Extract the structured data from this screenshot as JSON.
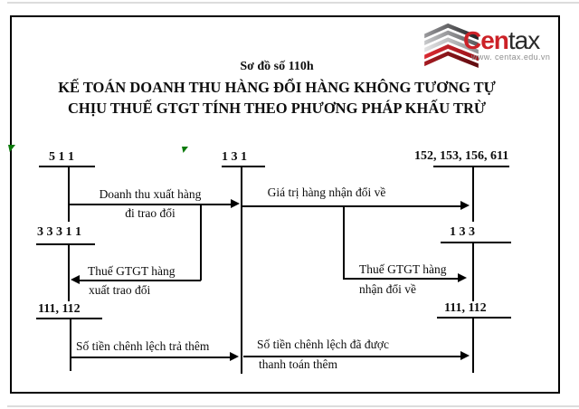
{
  "header": {
    "scheme_no": "Sơ đồ số 110h",
    "title_line1": "KẾ TOÁN DOANH THU HÀNG ĐỔI HÀNG KHÔNG TƯƠNG TỰ",
    "title_line2": "CHỊU THUẾ GTGT TÍNH THEO PHƯƠNG PHÁP KHẤU TRỪ",
    "logo": {
      "brand_primary": "Cen",
      "brand_secondary": "tax",
      "website": "www. centax.edu.vn"
    }
  },
  "accounts": {
    "revenue": "5 1 1",
    "receivable": "1 3 1",
    "inventory": "152, 153, 156, 611",
    "vat_output": "3 3 3 1 1",
    "vat_input": "1 3 3",
    "cash_left": "111, 112",
    "cash_right": "111, 112"
  },
  "flows": {
    "revenue_out_line1": "Doanh thu xuất hàng",
    "revenue_out_line2": "đi trao đổi",
    "goods_received": "Giá trị hàng nhận đổi về",
    "vat_out_line1": "Thuế GTGT hàng",
    "vat_out_line2": "xuất trao đổi",
    "vat_in_line1": "Thuế GTGT hàng",
    "vat_in_line2": "nhận đổi về",
    "pay_extra": "Số tiền chênh lệch trả thêm",
    "received_extra_line1": "Số tiền chênh lệch đã được",
    "received_extra_line2": "thanh toán thêm"
  },
  "colors": {
    "brand_red": "#cc2127",
    "ink": "#000000",
    "marker_green": "#0a7a0a"
  }
}
